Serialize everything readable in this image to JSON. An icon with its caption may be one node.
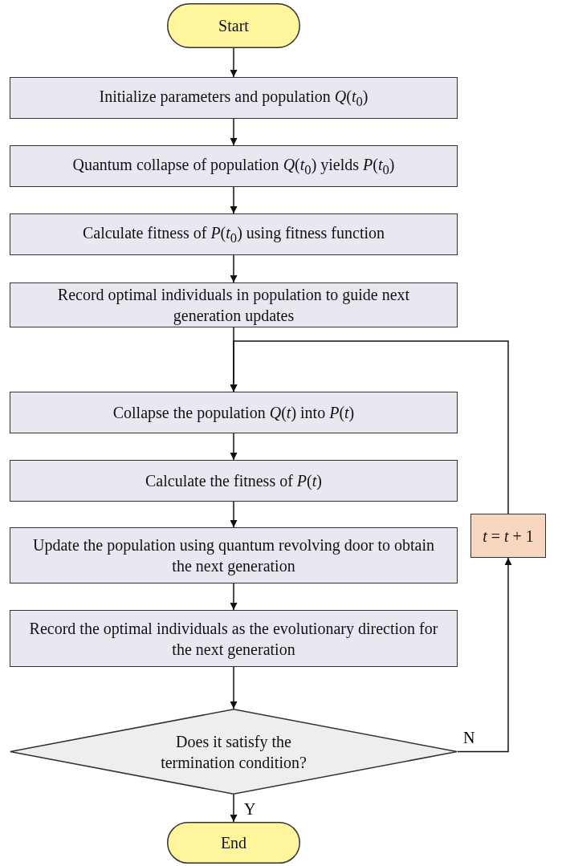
{
  "diagram": {
    "nodes": [
      {
        "text": [
          "Start"
        ]
      },
      {
        "text": [
          "Initialize parameters and population *Q*(*t*$_{0}$)"
        ]
      },
      {
        "text": [
          "Quantum collapse of population *Q*(*t*$_{0}$) yields *P*(*t*$_{0}$)"
        ]
      },
      {
        "text": [
          "Calculate fitness of *P*(*t*$_{0}$) using fitness function"
        ]
      },
      {
        "text": [
          "Record optimal individuals in population to guide next generation updates"
        ]
      },
      {
        "text": [
          "Collapse the population *Q*(*t*) into *P*(*t*)"
        ]
      },
      {
        "text": [
          "Calculate the fitness of *P*(*t*)"
        ]
      },
      {
        "text": [
          "Update the population using quantum revolving door to obtain the next generation"
        ]
      },
      {
        "text": [
          "Record the optimal individuals as the evolutionary direction for the next generation"
        ]
      },
      {
        "text": [
          "Does it satisfy the termination condition?"
        ]
      },
      {
        "text": [
          "End"
        ]
      },
      {
        "text": [
          "*t* = *t* + 1"
        ]
      }
    ],
    "edges": [
      {
        "from": 0,
        "to": 1,
        "arrow": "to"
      },
      {
        "from": 1,
        "to": 2,
        "arrow": "to"
      },
      {
        "from": 2,
        "to": 3,
        "arrow": "to"
      },
      {
        "from": 3,
        "to": 4,
        "arrow": "to"
      },
      {
        "from": 4,
        "to": 5,
        "arrow": "to"
      },
      {
        "from": 5,
        "to": 6,
        "arrow": "to"
      },
      {
        "from": 6,
        "to": 7,
        "arrow": "to"
      },
      {
        "from": 7,
        "to": 8,
        "arrow": "to"
      },
      {
        "from": 8,
        "to": 9,
        "arrow": "to"
      },
      {
        "from": 9,
        "to": 10,
        "label": "Y",
        "arrow": "to"
      },
      {
        "from": 9,
        "to": 11,
        "label": "N",
        "arrow": "to"
      },
      {
        "from": 11,
        "to": 5,
        "arrow": "to"
      }
    ]
  }
}
